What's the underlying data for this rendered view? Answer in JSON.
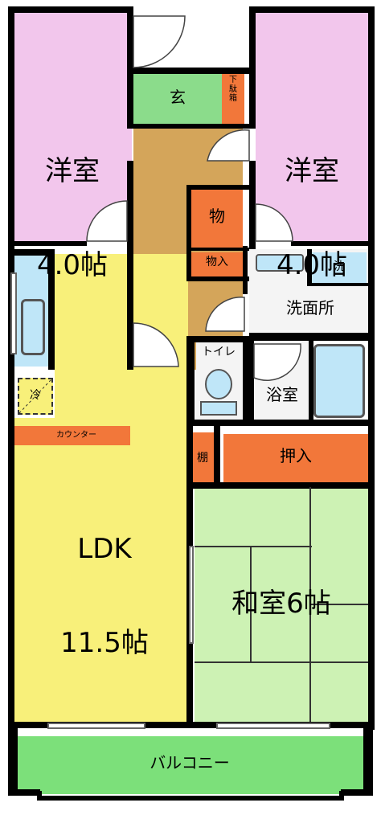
{
  "rooms": {
    "western_left": {
      "name": "洋室",
      "size": "4.0帖"
    },
    "western_right": {
      "name": "洋室",
      "size": "4.0帖"
    },
    "entrance": "玄",
    "shoe_box": "下\n駄\n箱",
    "storage": "物",
    "storage_in": "物入",
    "laundry": "洗",
    "washroom": "洗面所",
    "toilet": "トイレ",
    "bath": "浴室",
    "fridge": "冷",
    "counter": "カウンター",
    "shelf": "棚",
    "closet": "押入",
    "ldk": {
      "name": "LDK",
      "size": "11.5帖"
    },
    "japanese": "和室6帖",
    "balcony": "バルコニー"
  },
  "colors": {
    "western": "#f2c6ec",
    "entrance": "#8bdc8b",
    "orange": "#f2773a",
    "hall": "#d4a55a",
    "ldk": "#f8f07a",
    "japanese": "#cdf2b4",
    "wet": "#bfe6f8",
    "balcony": "#7ce07a"
  }
}
